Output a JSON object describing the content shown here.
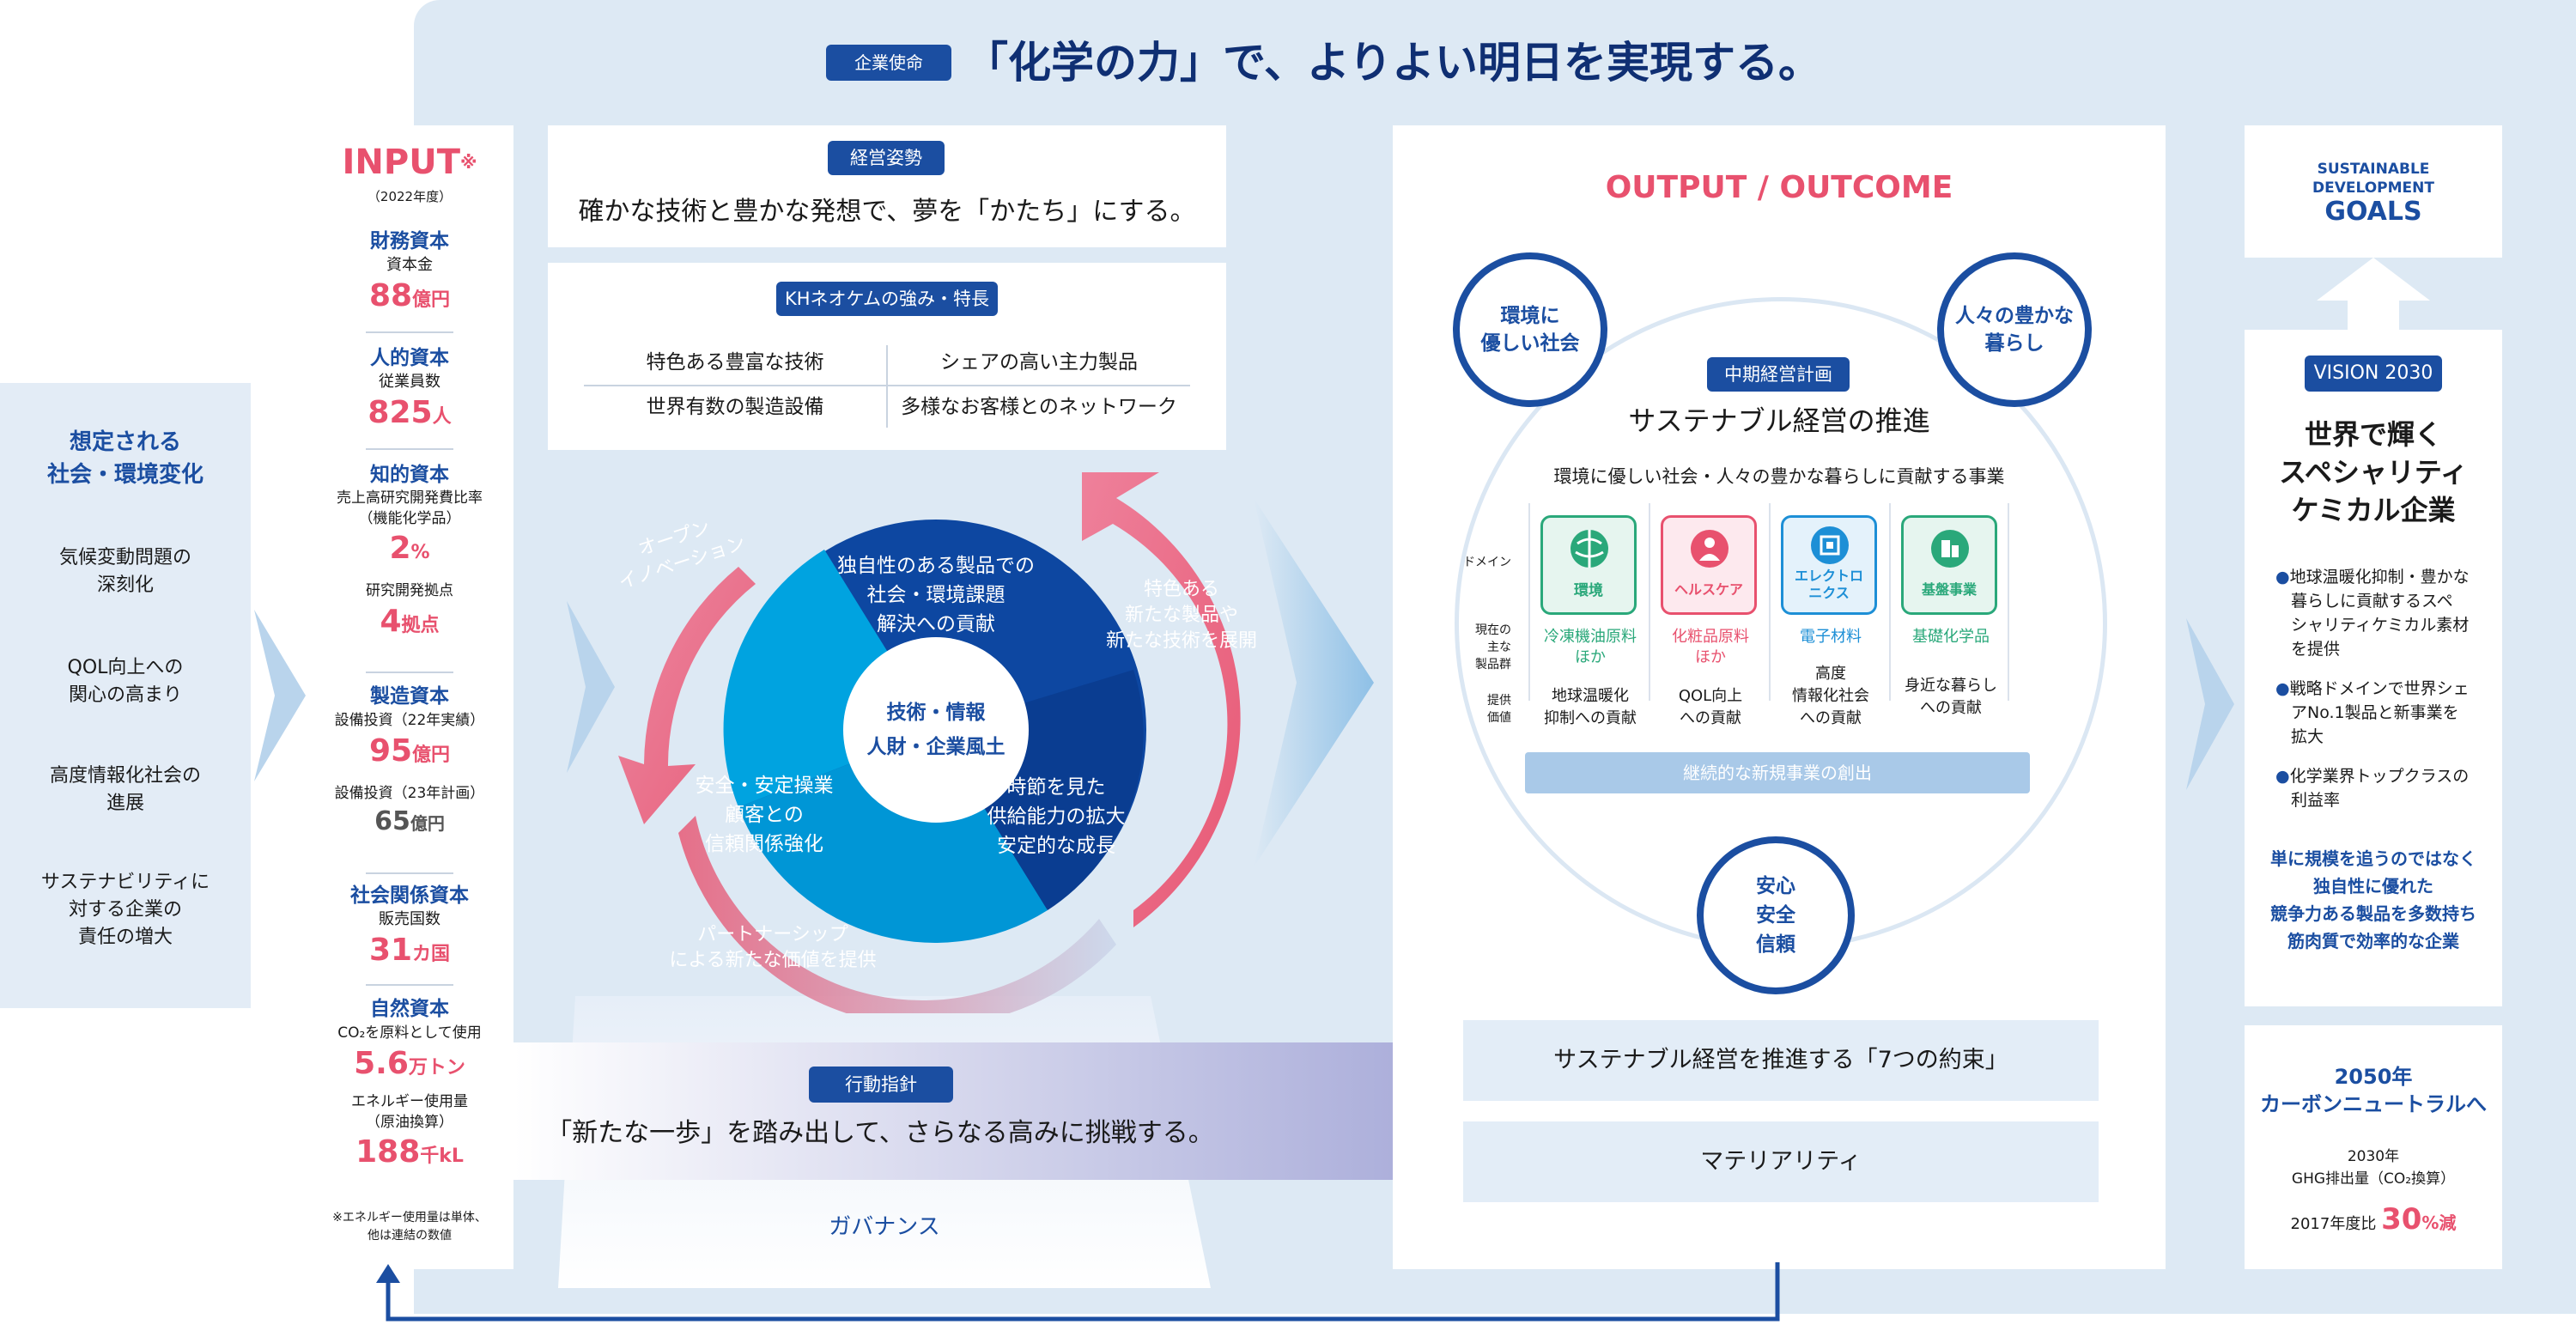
{
  "mission": {
    "badge": "企業使命",
    "text": "「化学の力」で、よりよい明日を実現する。"
  },
  "environment": {
    "title_lines": [
      "想定される",
      "社会・環境変化"
    ],
    "items": [
      [
        "気候変動問題の",
        "深刻化"
      ],
      [
        "QOL向上への",
        "関心の高まり"
      ],
      [
        "高度情報化社会の",
        "進展"
      ],
      [
        "サステナビリティに",
        "対する企業の",
        "責任の増大"
      ]
    ]
  },
  "input": {
    "title": "INPUT",
    "mark": "※",
    "year": "（2022年度）",
    "groups": [
      {
        "heading": "財務資本",
        "sub": "資本金",
        "value": "88",
        "unit": "億円"
      },
      {
        "heading": "人的資本",
        "sub": "従業員数",
        "value": "825",
        "unit": "人"
      },
      {
        "heading": "知的資本",
        "sub": "売上高研究開発費比率",
        "sub2": "（機能化学品）",
        "value": "2",
        "unit": "%",
        "sub3": "研究開発拠点",
        "value2": "4",
        "unit2": "拠点"
      },
      {
        "heading": "製造資本",
        "sub": "設備投資（22年実績）",
        "value": "95",
        "unit": "億円",
        "sub3": "設備投資（23年計画）",
        "value2": "65",
        "unit2": "億円"
      },
      {
        "heading": "社会関係資本",
        "sub": "販売国数",
        "value": "31",
        "unit": "カ国"
      },
      {
        "heading": "自然資本",
        "sub": "CO₂を原料として使用",
        "value": "5.6",
        "unit": "万トン",
        "sub3": "エネルギー使用量",
        "sub4": "（原油換算）",
        "value2": "188",
        "unit2": "千kL"
      }
    ],
    "note_lines": [
      "※エネルギー使用量は単体、",
      "他は連結の数値"
    ]
  },
  "management": {
    "badge": "経営姿勢",
    "text": "確かな技術と豊かな発想で、夢を「かたち」にする。"
  },
  "strengths": {
    "badge": "KHネオケムの強み・特長",
    "cells": [
      "特色ある豊富な技術",
      "シェアの高い主力製品",
      "世界有数の製造設備",
      "多様なお客様とのネットワーク"
    ]
  },
  "cycle": {
    "center_lines": [
      "技術・情報",
      "人財・企業風土"
    ],
    "seg_top": [
      "独自性のある製品での",
      "社会・環境課題",
      "解決への貢献"
    ],
    "seg_left": [
      "安全・安定操業",
      "顧客との",
      "信頼関係強化"
    ],
    "seg_right": [
      "時節を見た",
      "供給能力の拡大",
      "安定的な成長"
    ],
    "arrow_open": [
      "オープン",
      "イノベーション"
    ],
    "arrow_feature": [
      "特色ある",
      "新たな製品や",
      "新たな技術を展開"
    ],
    "arrow_partner": [
      "パートナーシップ",
      "による新たな価値を提供"
    ]
  },
  "conduct": {
    "badge": "行動指針",
    "text": "「新たな一歩」を踏み出して、さらなる高みに挑戦する。"
  },
  "governance": "ガバナンス",
  "output": {
    "title": "OUTPUT / OUTCOME",
    "circle_env": [
      "環境に",
      "優しい社会"
    ],
    "circle_life": [
      "人々の豊かな",
      "暮らし"
    ],
    "circle_safe": [
      "安心",
      "安全",
      "信頼"
    ],
    "plan_badge": "中期経営計画",
    "plan_title": "サステナブル経営の推進",
    "plan_sub": "環境に優しい社会・人々の豊かな暮らしに貢献する事業",
    "row_domain": "ドメイン",
    "row_products": [
      "現在の",
      "主な",
      "製品群"
    ],
    "row_value": [
      "提供",
      "価値"
    ],
    "domains": [
      {
        "name": "環境",
        "product_lines": [
          "冷凍機油原料",
          "ほか"
        ],
        "value_lines": [
          "地球温暖化",
          "抑制への貢献"
        ],
        "color": "#2aa87a"
      },
      {
        "name": "ヘルスケア",
        "product_lines": [
          "化粧品原料",
          "ほか"
        ],
        "value_lines": [
          "QOL向上",
          "への貢献"
        ],
        "color": "#e8516e"
      },
      {
        "name": "エレクトロニクス",
        "name_lines": [
          "エレクトロ",
          "ニクス"
        ],
        "product_lines": [
          "電子材料"
        ],
        "value_lines": [
          "高度",
          "情報化社会",
          "への貢献"
        ],
        "color": "#1d8fd6"
      },
      {
        "name": "基盤事業",
        "product_lines": [
          "基礎化学品"
        ],
        "value_lines": [
          "身近な暮らし",
          "への貢献"
        ],
        "color": "#2aa87a"
      }
    ],
    "new_business": "継続的な新規事業の創出",
    "promise": "サステナブル経営を推進する「7つの約束」",
    "materiality": "マテリアリティ"
  },
  "sdgs": {
    "line1": "SUSTAINABLE",
    "line2": "DEVELOPMENT",
    "line3": "GOALS"
  },
  "vision": {
    "badge": "VISION 2030",
    "title_lines": [
      "世界で輝く",
      "スペシャリティ",
      "ケミカル企業"
    ],
    "bullets": [
      [
        "地球温暖化抑制・豊かな",
        "暮らしに貢献するスペ",
        "シャリティケミカル素材",
        "を提供"
      ],
      [
        "戦略ドメインで世界シェ",
        "アNo.1製品と新事業を",
        "拡大"
      ],
      [
        "化学業界トップクラスの",
        "利益率"
      ]
    ],
    "summary_lines": [
      "単に規模を追うのではなく",
      "独自性に優れた",
      "競争力ある製品を多数持ち",
      "筋肉質で効率的な企業"
    ]
  },
  "carbon": {
    "title_lines": [
      "2050年",
      "カーボンニュートラルへ"
    ],
    "sub_lines": [
      "2030年",
      "GHG排出量（CO₂換算）"
    ],
    "base": "2017年度比",
    "value": "30",
    "unit": "%減"
  },
  "colors": {
    "navy": "#1b4ea1",
    "pink": "#e8516e",
    "panel": "#dde9f4",
    "light": "#e6eff8"
  }
}
